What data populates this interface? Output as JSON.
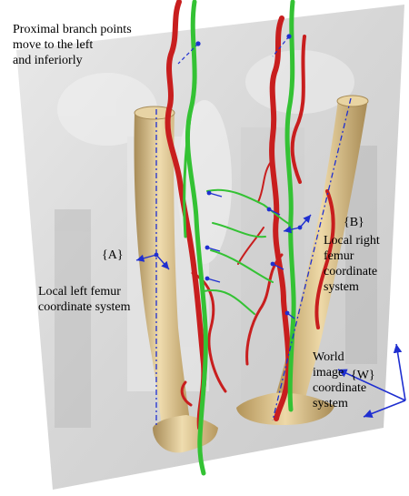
{
  "labels": {
    "proximal": [
      "Proximal branch points",
      "move to the left",
      "and inferiorly"
    ],
    "frame_a": "{A}",
    "local_left": [
      "Local left femur",
      "coordinate system"
    ],
    "frame_b": "{B}",
    "local_right": [
      "Local right",
      "femur",
      "coordinate",
      "system"
    ],
    "world": [
      "World",
      "image",
      "coordinate",
      "system"
    ],
    "frame_w": "{W}"
  },
  "colors": {
    "background": "#ffffff",
    "scan_slice": "#dcdcdc",
    "bone": "#d9c08e",
    "bone_shadow": "#a78b57",
    "vessel_red": "#c81e1e",
    "vessel_green": "#34c234",
    "axis_blue": "#1f2fd0"
  }
}
